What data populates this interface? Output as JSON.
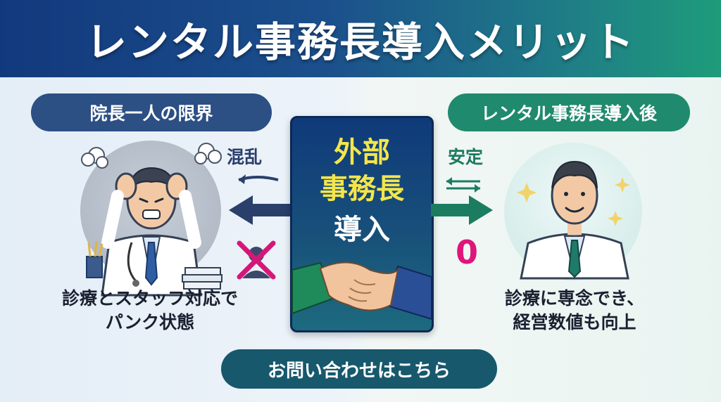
{
  "title": "レンタル事務長導入メリット",
  "left": {
    "heading": "院長一人の限界",
    "arrow_label": "混乱",
    "caption_line1": "診療とスタッフ対応で",
    "caption_line2": "パンク状態"
  },
  "center": {
    "line1": "外部",
    "line2": "事務長",
    "line3": "導入"
  },
  "right": {
    "heading": "レンタル事務長導入後",
    "arrow_label": "安定",
    "zero": "0",
    "caption_line1": "診療に専念でき、",
    "caption_line2": "経営数値も向上"
  },
  "cta": "お問い合わせはこちら",
  "colors": {
    "header_start": "#12397d",
    "header_end": "#1e9c7a",
    "left_pill": "#2c4f84",
    "right_pill": "#1f8a6d",
    "accent_yellow": "#f4e64a",
    "accent_pink": "#e0157a"
  }
}
